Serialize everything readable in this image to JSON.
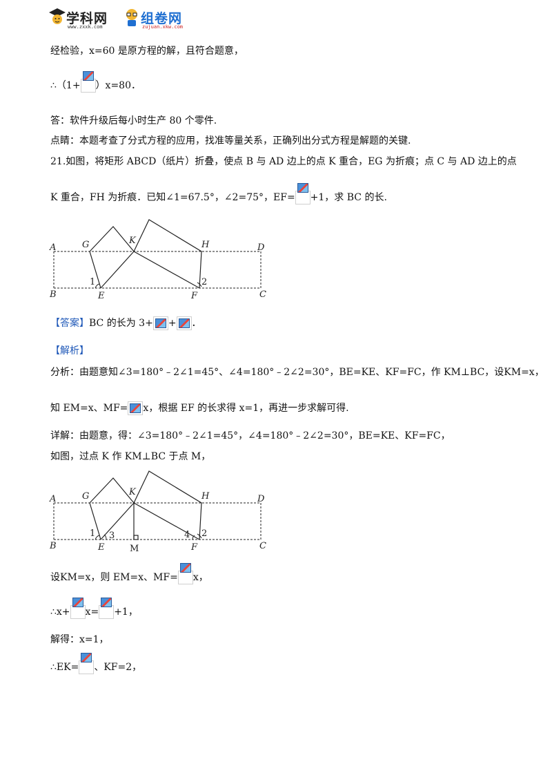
{
  "header": {
    "logo1_text": "学科网",
    "logo1_sub": "www.zxxk.com",
    "logo2_text": "组卷网",
    "logo2_sub": "zujuan.xkw.com"
  },
  "lines": {
    "l1": "经检验，x=60 是原方程的解，且符合题意，",
    "l2a": "∴（1+",
    "l2b": "）x=80．",
    "l3": "答：软件升级后每小时生产 80 个零件.",
    "l4": "点睛：本题考查了分式方程的应用，找准等量关系，正确列出分式方程是解题的关键.",
    "l5": "21.如图，将矩形 ABCD（纸片）折叠，使点 B 与 AD 边上的点 K 重合，EG 为折痕；点 C 与 AD 边上的点",
    "l6a": "K 重合，FH 为折痕．已知∠1=67.5°，∠2=75°，EF=",
    "l6b": "+1，求 BC 的长.",
    "answer_tag": "【答案】",
    "answer_a": "BC 的长为 3+",
    "answer_b": "+",
    "answer_c": "．",
    "analysis_tag": "【解析】",
    "l9": "分析：由题意知∠3=180°﹣2∠1=45°、∠4=180°﹣2∠2=30°，BE=KE、KF=FC，作 KM⊥BC，设KM=x，",
    "l10a": "知 EM=x、MF=",
    "l10b": "x，根据 EF 的长求得 x=1，再进一步求解可得.",
    "l11": "详解：由题意，得：∠3=180°﹣2∠1=45°，∠4=180°﹣2∠2=30°，BE=KE、KF=FC，",
    "l12": "如图，过点 K 作 KM⊥BC 于点 M，",
    "l13a": "设KM=x，则 EM=x、MF=",
    "l13b": "x，",
    "l14a": "∴x+",
    "l14b": "x=",
    "l14c": "+1，",
    "l15": "解得：x=1，",
    "l16a": "∴EK=",
    "l16b": "、KF=2，"
  },
  "figure1": {
    "labels": {
      "A": "A",
      "G": "G",
      "K": "K",
      "H": "H",
      "D": "D",
      "B": "B",
      "E": "E",
      "F": "F",
      "C": "C",
      "one": "1",
      "two": "2"
    }
  },
  "figure2": {
    "labels": {
      "A": "A",
      "G": "G",
      "K": "K",
      "H": "H",
      "D": "D",
      "B": "B",
      "E": "E",
      "M": "M",
      "F": "F",
      "C": "C",
      "one": "1",
      "two": "2",
      "three": "3",
      "four": "4"
    }
  },
  "icons": {
    "formula": "formula-image-icon"
  }
}
